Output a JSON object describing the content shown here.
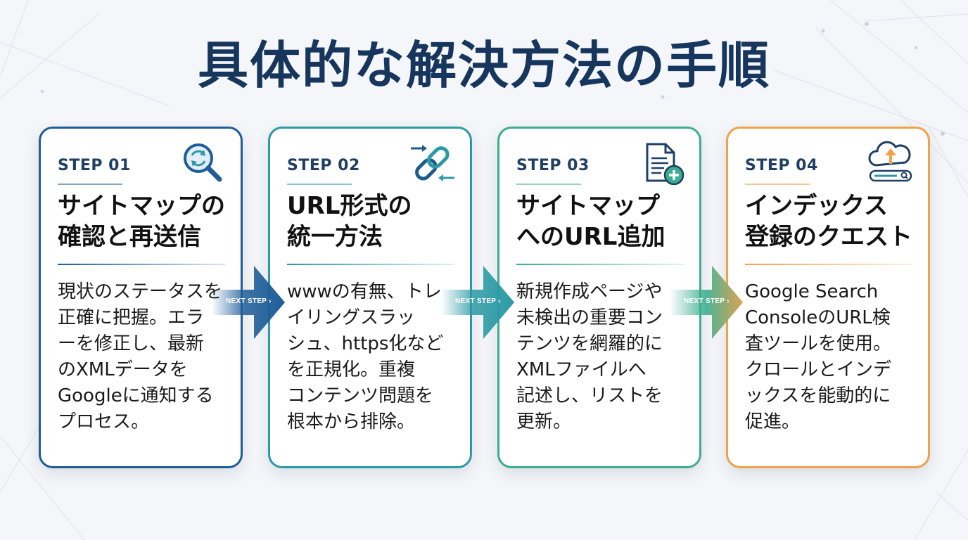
{
  "title": "具体的な解決方法の手順",
  "next_label": "NEXT STEP ›",
  "colors": {
    "title": "#17365d",
    "step1": "#1e5d98",
    "step2": "#2b9aa5",
    "step3": "#3cae8e",
    "step4": "#efa24a"
  },
  "steps": [
    {
      "label": "STEP 01",
      "icon": "search-refresh-icon",
      "title_lines": [
        "サイトマップの",
        "確認と再送信"
      ],
      "body_lines": [
        "現状のステータスを",
        "正確に把握。エラ",
        "ーを修正し、最新",
        "のXMLデータを",
        "Googleに通知する",
        "プロセス。"
      ]
    },
    {
      "label": "STEP 02",
      "icon": "link-chain-icon",
      "title_lines": [
        "URL形式の",
        "統一方法"
      ],
      "body_lines": [
        "wwwの有無、トレ",
        "イリングスラッ",
        "シュ、https化など",
        "を正規化。重複",
        "コンテンツ問題を",
        "根本から排除。"
      ]
    },
    {
      "label": "STEP 03",
      "icon": "add-document-icon",
      "title_lines": [
        "サイトマップ",
        "へのURL追加"
      ],
      "body_lines": [
        "新規作成ページや",
        "未検出の重要コン",
        "テンツを網羅的に",
        "XMLファイルへ",
        "記述し、リストを",
        "更新。"
      ]
    },
    {
      "label": "STEP 04",
      "icon": "cloud-upload-search-icon",
      "title_lines": [
        "インデックス",
        "登録のクエスト"
      ],
      "body_lines": [
        "Google Search",
        "ConsoleのURL検",
        "査ツールを使用。",
        "クロールとインデ",
        "ックスを能動的に",
        "促進。"
      ]
    }
  ]
}
